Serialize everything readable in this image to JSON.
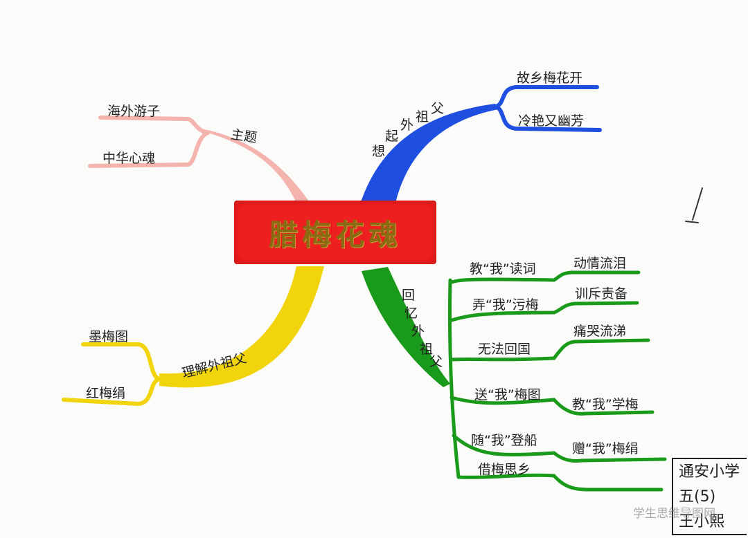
{
  "center": {
    "title": "腊梅花魂",
    "color": "#ee1f1f"
  },
  "branches": {
    "theme": {
      "label": "主题",
      "color": "#f4b3ac",
      "leaves": [
        "海外游子",
        "中华心魂"
      ]
    },
    "recall": {
      "label_chars": [
        "想",
        "起",
        "外",
        "祖",
        "父"
      ],
      "color": "#1f4fe0",
      "leaves": [
        "故乡梅花开",
        "冷艳又幽芳"
      ]
    },
    "understand": {
      "label": "理解外祖父",
      "color": "#f2d40c",
      "leaves": [
        "墨梅图",
        "红梅绢"
      ]
    },
    "memory": {
      "label_chars": [
        "回",
        "忆",
        "外",
        "祖",
        "父"
      ],
      "color": "#1a9a1a",
      "items": [
        {
          "event": "教“我”读词",
          "feeling": "动情流泪"
        },
        {
          "event": "弄“我”污梅",
          "feeling": "训斥责备"
        },
        {
          "event": "无法回国",
          "feeling": "痛哭流涕"
        },
        {
          "event": "送“我”梅图",
          "feeling": "教“我”学梅"
        },
        {
          "event": "随“我”登船",
          "feeling": "赠“我”梅绢"
        },
        {
          "event": "借梅思乡",
          "feeling": ""
        }
      ]
    }
  },
  "signature": {
    "school": "通安小学",
    "class": "五(5)",
    "name": "王小熙"
  },
  "watermark": "学生思维导图网"
}
